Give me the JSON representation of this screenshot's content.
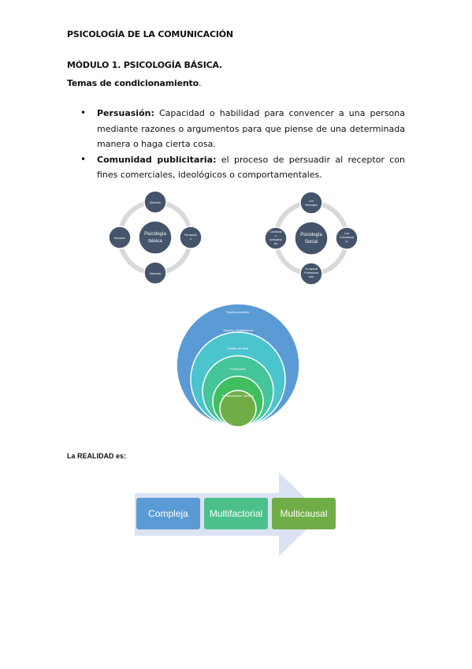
{
  "header": {
    "title": "PSICOLOGÍA DE LA COMUNICACIÓN",
    "module": "MÓDULO 1. PSICOLOGÍA BÁSICA.",
    "topics_heading": "Temas de condicionamiento",
    "topics_heading_end": "."
  },
  "bullets": [
    {
      "term": "Persuasión:",
      "text": " Capacidad o habilidad para convencer a una persona mediante razones o argumentos para que piense de una determinada manera o haga cierta cosa."
    },
    {
      "term": "Comunidad publicitaria:",
      "text": " el proceso de persuadir al receptor con fines comerciales, ideológicos o comportamentales."
    }
  ],
  "cycle_basic": {
    "center": [
      "Psicología",
      "básica"
    ],
    "nodes": {
      "top": [
        "Atención"
      ],
      "right": [
        "Percepció",
        "n"
      ],
      "bottom": [
        "Memoria"
      ],
      "left": [
        "Emoción"
      ]
    }
  },
  "cycle_social": {
    "center": [
      "Psicología",
      "Social"
    ],
    "nodes": {
      "top": [
        "Los",
        "Mensajes"
      ],
      "right": [
        "Los",
        "Comunicad",
        "or"
      ],
      "bottom": [
        "El capacit",
        "Profesiona",
        "ción"
      ],
      "left": [
        "Conducta",
        "s",
        "actitudina",
        "les"
      ]
    }
  },
  "stack": [
    "Sujetos receptor",
    "Valores / Subsistema",
    "Estilos de vida",
    "Emociones",
    "Personalidades / Deseos"
  ],
  "reality": {
    "label": "La REALIDAD es:",
    "steps": [
      "Compleja",
      "Multifactorial",
      "Multicausal"
    ]
  },
  "colors": {
    "cycle_ring": "#d9d9d9",
    "cycle_node": "#44546a",
    "stack": [
      "#5b9bd5",
      "#4bc4ce",
      "#45c59a",
      "#3fbf5e",
      "#70ad47"
    ],
    "arrow": "#dbe3f3",
    "steps": [
      "#5b9bd5",
      "#4bc08a",
      "#70ad47"
    ]
  }
}
